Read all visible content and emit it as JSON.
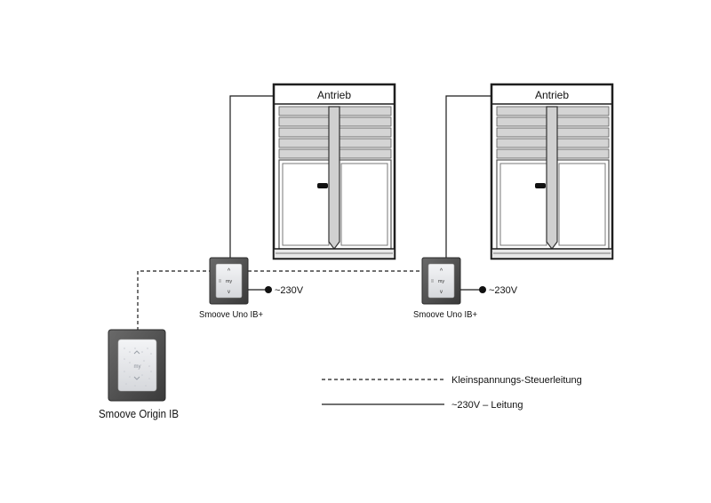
{
  "windows": [
    {
      "drive_label": "Antrieb"
    },
    {
      "drive_label": "Antrieb"
    }
  ],
  "switches": [
    {
      "name": "Smoove Uno IB+",
      "supply": "~230V",
      "btn_up": "^",
      "btn_my": "my",
      "btn_down": "v",
      "brand": "somfy"
    },
    {
      "name": "Smoove Uno IB+",
      "supply": "~230V",
      "btn_up": "^",
      "btn_my": "my",
      "btn_down": "v",
      "brand": "somfy"
    }
  ],
  "origin": {
    "name": "Smoove Origin IB",
    "btn_my": "my"
  },
  "legend": {
    "dashed_label": "Kleinspannungs-Steuerleitung",
    "solid_label": "~230V – Leitung"
  },
  "colors": {
    "line": "#1a1a1a",
    "frame": "#1e1e1e",
    "slat": "#d4d4d4",
    "switch_body": "#4a4a4a",
    "switch_face": "#e4e6ea"
  }
}
